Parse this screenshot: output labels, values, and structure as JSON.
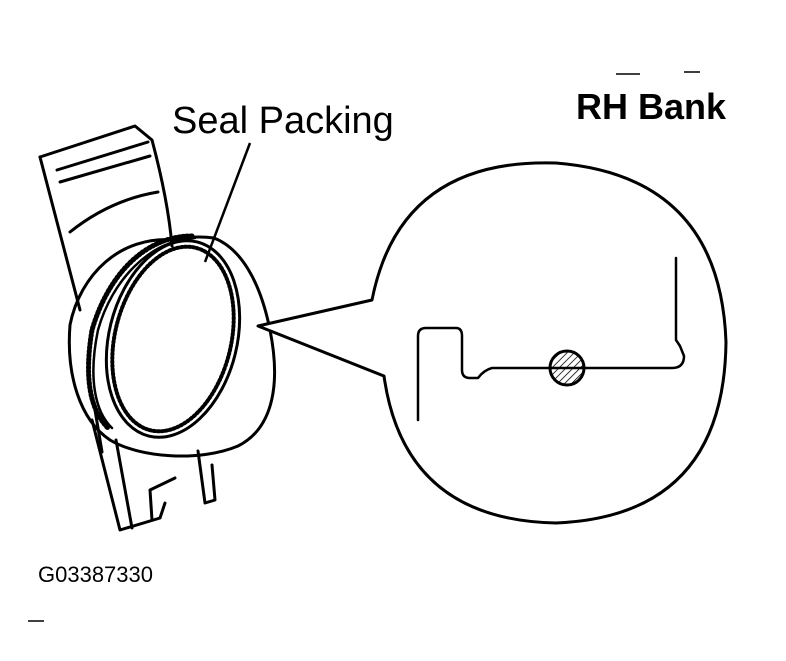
{
  "diagram": {
    "callout_label": "Seal Packing",
    "view_label": "RH Bank",
    "figure_id": "G03387330"
  },
  "colors": {
    "ink": "#000000",
    "paper": "#ffffff"
  }
}
